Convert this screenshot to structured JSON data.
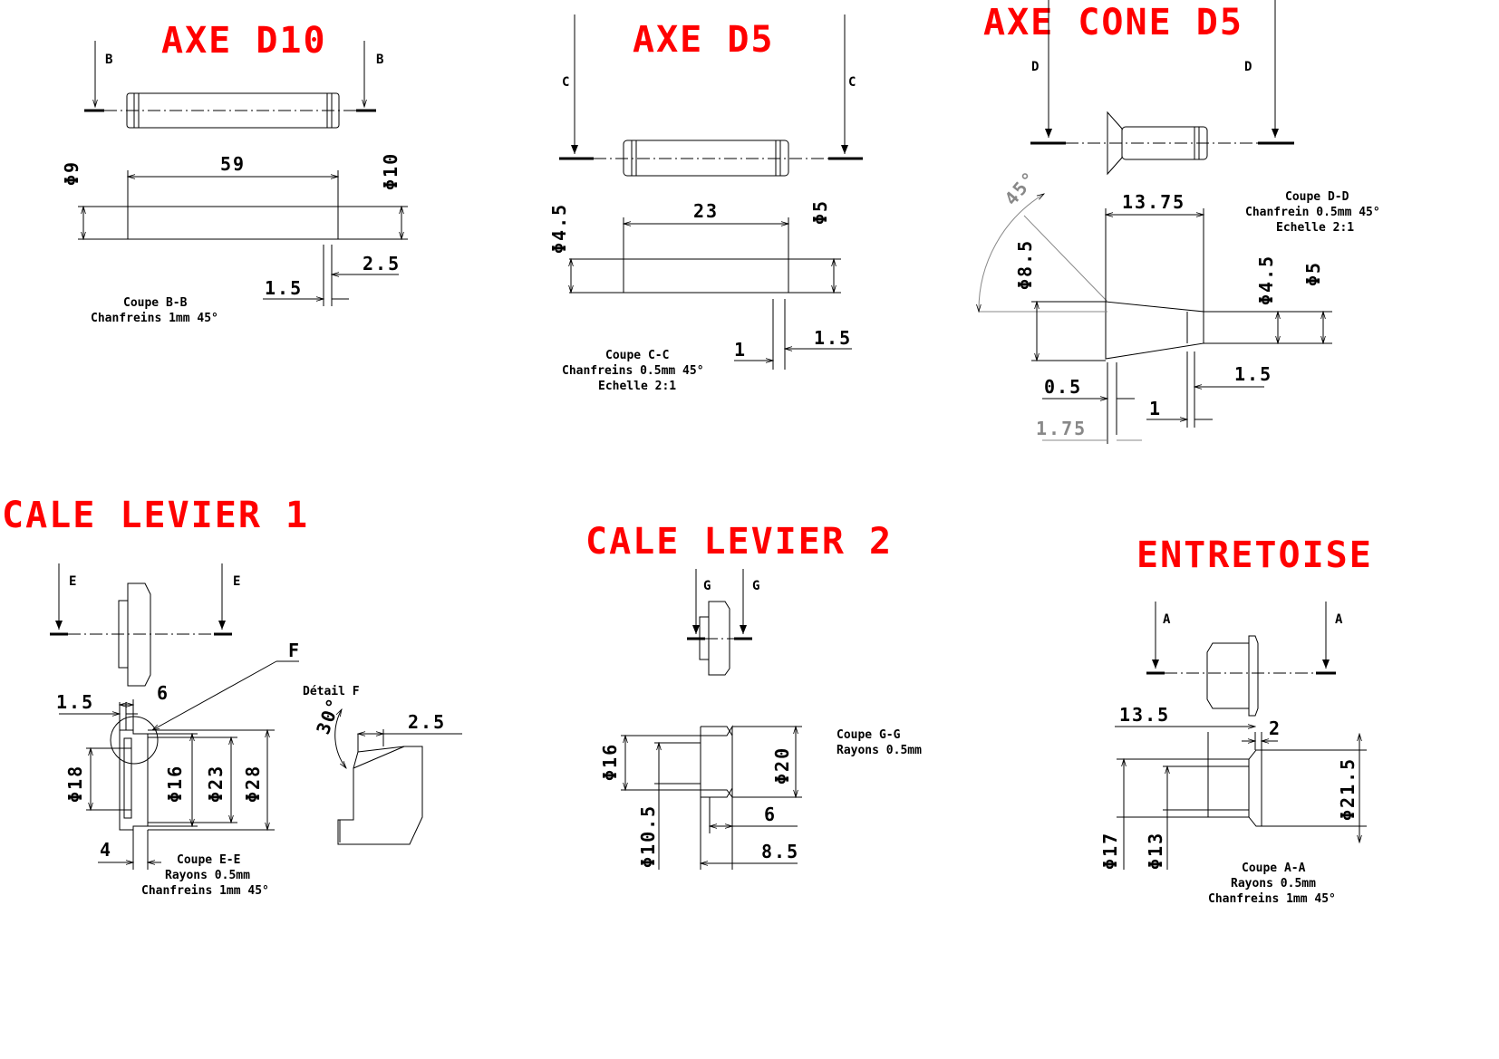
{
  "titles": {
    "axe_d10": "AXE D10",
    "axe_d5": "AXE D5",
    "axe_cone_d5": "AXE CONE D5",
    "cale_levier_1": "CALE LEVIER 1",
    "cale_levier_2": "CALE LEVIER 2",
    "entretoise": "ENTRETOISE"
  },
  "axe_d10": {
    "section_letter": "B",
    "dims": {
      "length": "59",
      "dia_left": "Φ9",
      "dia_right": "Φ10",
      "d1": "2.5",
      "d2": "1.5"
    },
    "caption": [
      "Coupe B-B",
      "Chanfreins 1mm 45°"
    ]
  },
  "axe_d5": {
    "section_letter": "C",
    "dims": {
      "length": "23",
      "dia_left": "Φ4.5",
      "dia_right": "Φ5",
      "d1": "1",
      "d2": "1.5"
    },
    "caption": [
      "Coupe C-C",
      "Chanfreins 0.5mm 45°",
      "Echelle 2:1"
    ]
  },
  "axe_cone_d5": {
    "section_letter": "D",
    "dims": {
      "angle": "45°",
      "length": "13.75",
      "dia_head": "Φ8.5",
      "dia_shaft": "Φ4.5",
      "dia_outer": "Φ5",
      "d_half": "0.5",
      "d_head": "1.75",
      "d1": "1",
      "d2": "1.5"
    },
    "caption": [
      "Coupe D-D",
      "Chanfrein 0.5mm 45°",
      "Echelle 2:1"
    ]
  },
  "cale_levier_1": {
    "section_letter": "E",
    "detail_letter": "F",
    "detail_title": "Détail F",
    "dims": {
      "d15": "1.5",
      "d6": "6",
      "dia18": "Φ18",
      "dia16": "Φ16",
      "dia23": "Φ23",
      "dia28": "Φ28",
      "d4": "4",
      "angle": "30°",
      "d25": "2.5"
    },
    "caption": [
      "Coupe E-E",
      "Rayons 0.5mm",
      "Chanfreins 1mm 45°"
    ]
  },
  "cale_levier_2": {
    "section_letter": "G",
    "dims": {
      "dia16": "Φ16",
      "dia20": "Φ20",
      "dia105": "Φ10.5",
      "d6": "6",
      "d85": "8.5"
    },
    "caption": [
      "Coupe G-G",
      "Rayons 0.5mm"
    ]
  },
  "entretoise": {
    "section_letter": "A",
    "dims": {
      "d135": "13.5",
      "d2": "2",
      "dia215": "Φ21.5",
      "dia17": "Φ17",
      "dia13": "Φ13"
    },
    "caption": [
      "Coupe A-A",
      "Rayons 0.5mm",
      "Chanfreins 1mm 45°"
    ]
  }
}
